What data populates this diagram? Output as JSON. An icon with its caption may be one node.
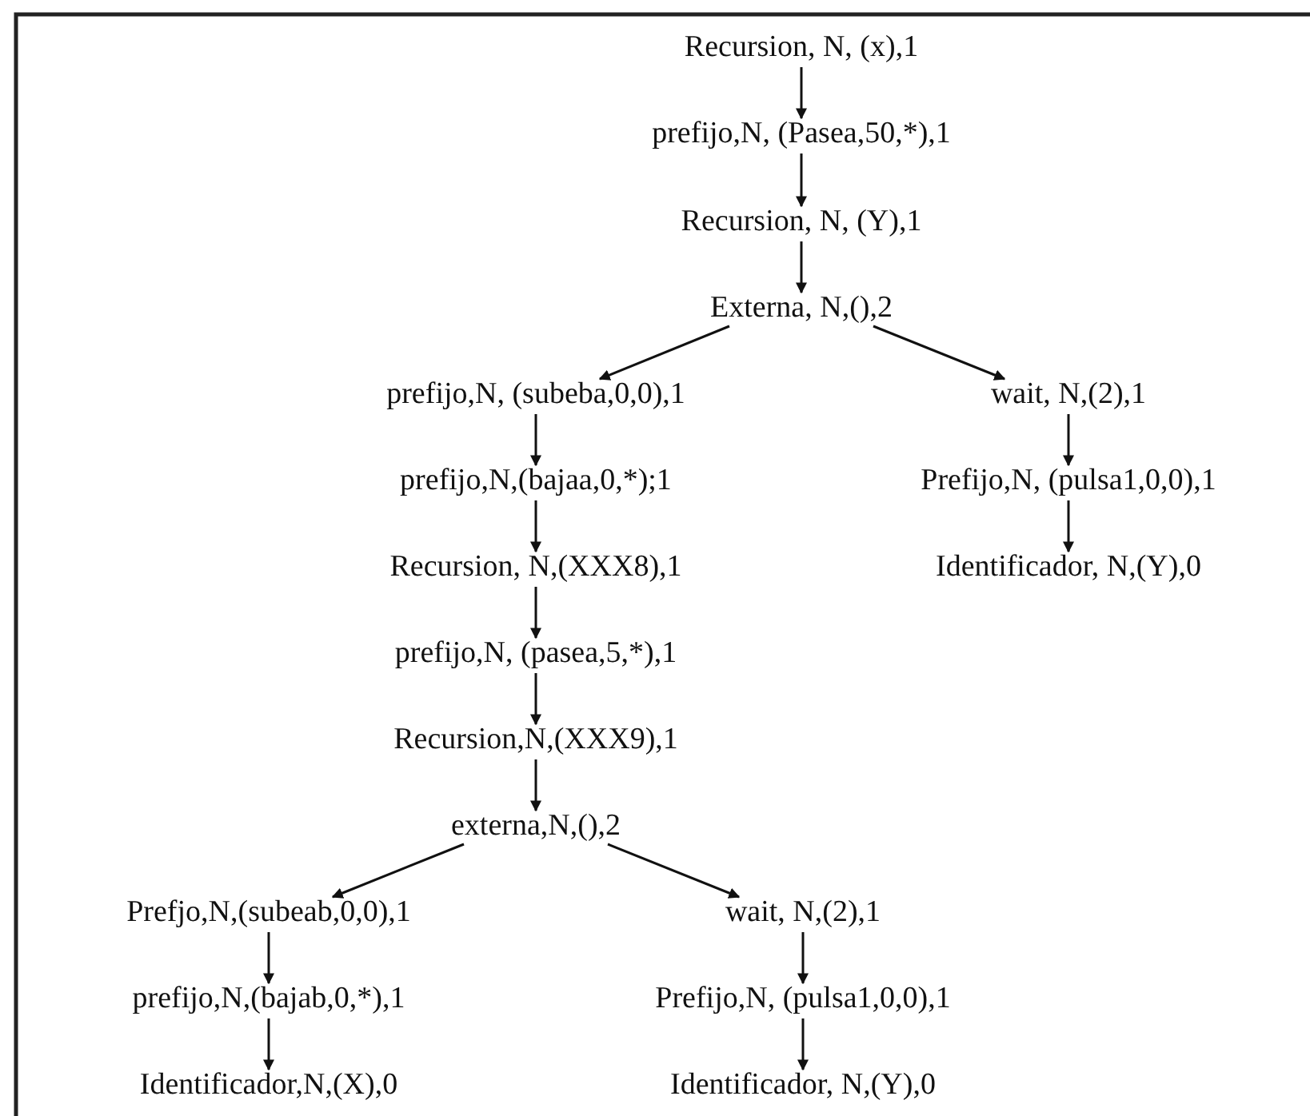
{
  "diagram": {
    "nodes": [
      {
        "text": [
          "Recursion, N, (x),1"
        ]
      },
      {
        "text": [
          "prefijo,N, (Pasea,50,*),1"
        ]
      },
      {
        "text": [
          "Recursion, N, (Y),1"
        ]
      },
      {
        "text": [
          "Externa, N,(),2"
        ]
      },
      {
        "text": [
          "prefijo,N, (subeba,0,0),1"
        ]
      },
      {
        "text": [
          "wait, N,(2),1"
        ]
      },
      {
        "text": [
          "prefijo,N,(bajaa,0,*);1"
        ]
      },
      {
        "text": [
          "Prefijo,N, (pulsa1,0,0),1"
        ]
      },
      {
        "text": [
          "Recursion, N,(XXX8),1"
        ]
      },
      {
        "text": [
          "Identificador, N,(Y),0"
        ]
      },
      {
        "text": [
          "prefijo,N, (pasea,5,*),1"
        ]
      },
      {
        "text": [
          "Recursion,N,(XXX9),1"
        ]
      },
      {
        "text": [
          "externa,N,(),2"
        ]
      },
      {
        "text": [
          "Prefjo,N,(subeab,0,0),1"
        ]
      },
      {
        "text": [
          "wait, N,(2),1"
        ]
      },
      {
        "text": [
          "prefijo,N,(bajab,0,*),1"
        ]
      },
      {
        "text": [
          "Prefijo,N, (pulsa1,0,0),1"
        ]
      },
      {
        "text": [
          "Identificador,N,(X),0"
        ]
      },
      {
        "text": [
          "Identificador, N,(Y),0"
        ]
      }
    ],
    "edges": [
      {
        "from": 0,
        "to": 1,
        "arrow": "to"
      },
      {
        "from": 1,
        "to": 2,
        "arrow": "to"
      },
      {
        "from": 2,
        "to": 3,
        "arrow": "to"
      },
      {
        "from": 3,
        "to": 4,
        "arrow": "to"
      },
      {
        "from": 3,
        "to": 5,
        "arrow": "to"
      },
      {
        "from": 4,
        "to": 6,
        "arrow": "to"
      },
      {
        "from": 6,
        "to": 8,
        "arrow": "to"
      },
      {
        "from": 8,
        "to": 10,
        "arrow": "to"
      },
      {
        "from": 10,
        "to": 11,
        "arrow": "to"
      },
      {
        "from": 11,
        "to": 12,
        "arrow": "to"
      },
      {
        "from": 5,
        "to": 7,
        "arrow": "to"
      },
      {
        "from": 7,
        "to": 9,
        "arrow": "to"
      },
      {
        "from": 12,
        "to": 13,
        "arrow": "to"
      },
      {
        "from": 12,
        "to": 14,
        "arrow": "to"
      },
      {
        "from": 13,
        "to": 15,
        "arrow": "to"
      },
      {
        "from": 15,
        "to": 17,
        "arrow": "to"
      },
      {
        "from": 14,
        "to": 16,
        "arrow": "to"
      },
      {
        "from": 16,
        "to": 18,
        "arrow": "to"
      }
    ]
  }
}
